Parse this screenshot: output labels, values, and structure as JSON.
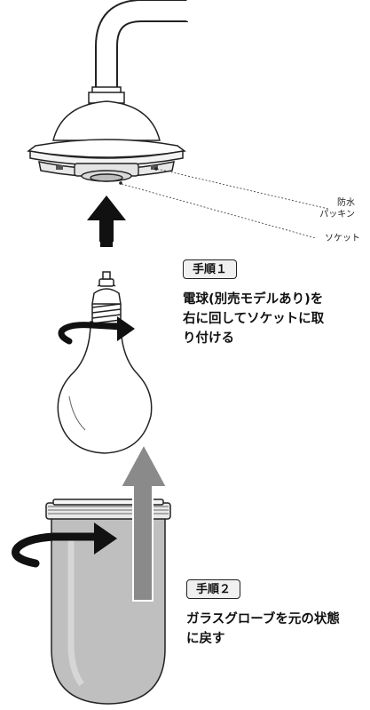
{
  "labels": {
    "gasket_line1": "防水",
    "gasket_line2": "パッキン",
    "socket": "ソケット"
  },
  "step1": {
    "badge": "手順１",
    "line1": "電球(別売モデルあり)を",
    "line2": "右に回してソケットに取",
    "line3": "り付ける"
  },
  "step2": {
    "badge": "手順２",
    "line1": "ガラスグローブを元の状態",
    "line2": "に戻す"
  }
}
